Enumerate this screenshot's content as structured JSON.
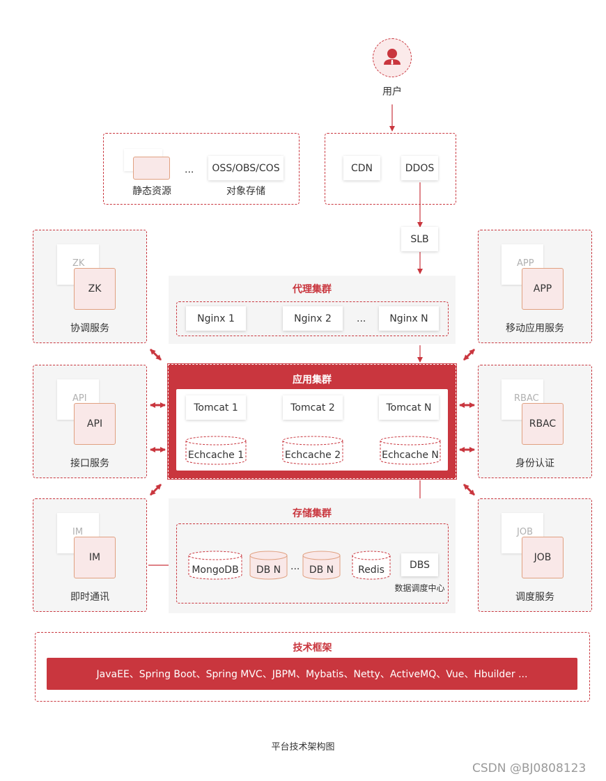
{
  "user": {
    "label": "用户"
  },
  "static": {
    "label": "静态资源",
    "ellipsis": "...",
    "oss": "OSS/OBS/COS",
    "oss_label": "对象存储"
  },
  "edge": {
    "cdn": "CDN",
    "ddos": "DDOS",
    "slb": "SLB"
  },
  "proxy": {
    "title": "代理集群",
    "nodes": [
      "Nginx 1",
      "Nginx 2",
      "Nginx N"
    ],
    "ellipsis": "..."
  },
  "app_cluster": {
    "title": "应用集群",
    "tomcats": [
      "Tomcat 1",
      "Tomcat 2",
      "Tomcat N"
    ],
    "caches": [
      "Echcache 1",
      "Echcache 2",
      "Echcache N"
    ]
  },
  "storage": {
    "title": "存储集群",
    "mongodb": "MongoDB",
    "dbn1": "DB N",
    "ellipsis": "...",
    "dbn2": "DB N",
    "redis": "Redis",
    "dbs": "DBS",
    "dbs_label": "数据调度中心"
  },
  "side_services": {
    "zk": {
      "back": "ZK",
      "front": "ZK",
      "label": "协调服务"
    },
    "api": {
      "back": "API",
      "front": "API",
      "label": "接口服务"
    },
    "im": {
      "back": "IM",
      "front": "IM",
      "label": "即时通讯"
    },
    "app": {
      "back": "APP",
      "front": "APP",
      "label": "移动应用服务"
    },
    "rbac": {
      "back": "RBAC",
      "front": "RBAC",
      "label": "身份认证"
    },
    "job": {
      "back": "JOB",
      "front": "JOB",
      "label": "调度服务"
    }
  },
  "tech": {
    "title": "技术框架",
    "list": "JavaEE、Spring Boot、Spring MVC、JBPM、Mybatis、Netty、ActiveMQ、Vue、Hbuilder ..."
  },
  "caption": "平台技术架构图",
  "watermark": "CSDN @BJ0808123",
  "colors": {
    "accent": "#c9363e",
    "card_pink": "#f9e8e8",
    "panel_gray": "#f5f5f5"
  },
  "icons": {
    "user": "user-avatar-icon"
  }
}
